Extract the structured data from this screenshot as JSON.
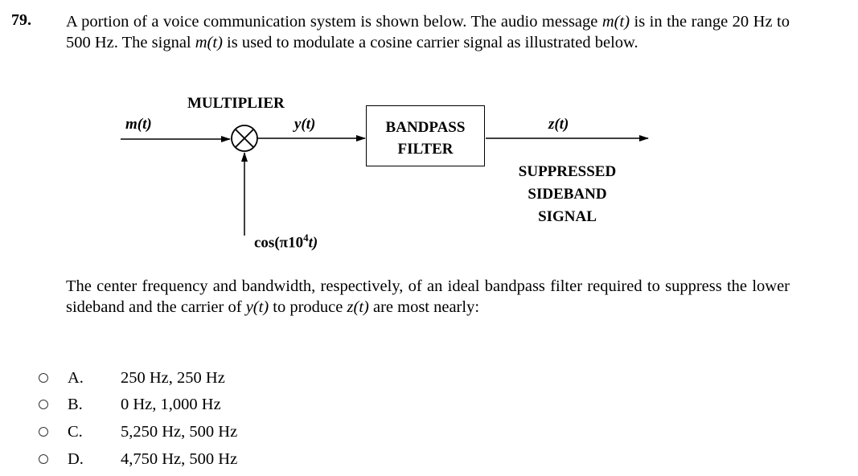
{
  "question": {
    "number": "79.",
    "intro_part1": "A portion of a voice communication system is shown below. The audio message ",
    "m_symbol": "m(t)",
    "intro_part2": " is in the range 20 Hz to 500 Hz. The signal ",
    "intro_part3": " is used to modulate a cosine carrier signal as illustrated below.",
    "prompt_part1": "The center frequency and bandwidth, respectively, of an ideal bandpass filter required to suppress the lower sideband and the carrier of ",
    "y_symbol": "y(t)",
    "prompt_part2": " to produce ",
    "z_symbol": "z(t)",
    "prompt_part3": " are most nearly:"
  },
  "diagram": {
    "multiplier_label": "MULTIPLIER",
    "input_label": "m(t)",
    "mixer_output_label": "y(t)",
    "filter_label_line1": "BANDPASS",
    "filter_label_line2": "FILTER",
    "output_label": "z(t)",
    "output_desc_line1": "SUPPRESSED",
    "output_desc_line2": "SIDEBAND",
    "output_desc_line3": "SIGNAL",
    "carrier_prefix": "cos(π10",
    "carrier_exp": "4",
    "carrier_suffix": "t)"
  },
  "options": [
    {
      "letter": "A.",
      "text": "250 Hz, 250 Hz"
    },
    {
      "letter": "B.",
      "text": "0 Hz, 1,000 Hz"
    },
    {
      "letter": "C.",
      "text": "5,250 Hz, 500 Hz"
    },
    {
      "letter": "D.",
      "text": "4,750 Hz, 500 Hz"
    }
  ]
}
